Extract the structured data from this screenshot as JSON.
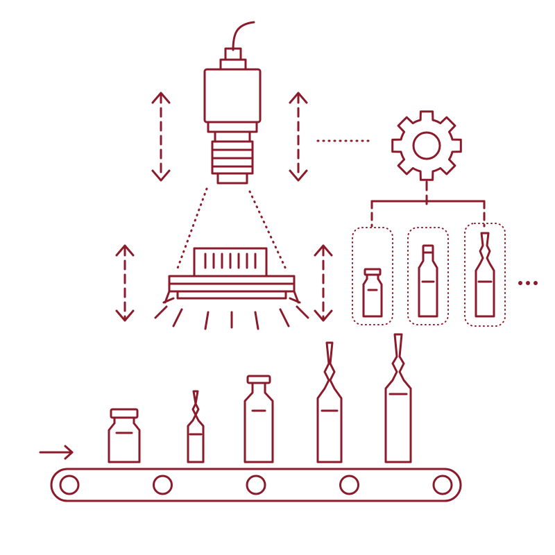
{
  "colors": {
    "stroke": "#8b1a2b",
    "background": "#ffffff"
  },
  "icons": [
    "camera-icon",
    "ring-light-icon",
    "gear-icon",
    "vial-icon",
    "ampoule-icon",
    "bottle-icon",
    "conveyor-belt-icon",
    "double-arrow-icon",
    "direction-arrow-icon"
  ],
  "belt": {
    "roller_count": 5
  },
  "products_on_belt": [
    "vial",
    "small-ampoule",
    "bottle",
    "ampoule",
    "large-ampoule"
  ],
  "recipe_options": [
    "vial",
    "bottle",
    "ampoule"
  ]
}
